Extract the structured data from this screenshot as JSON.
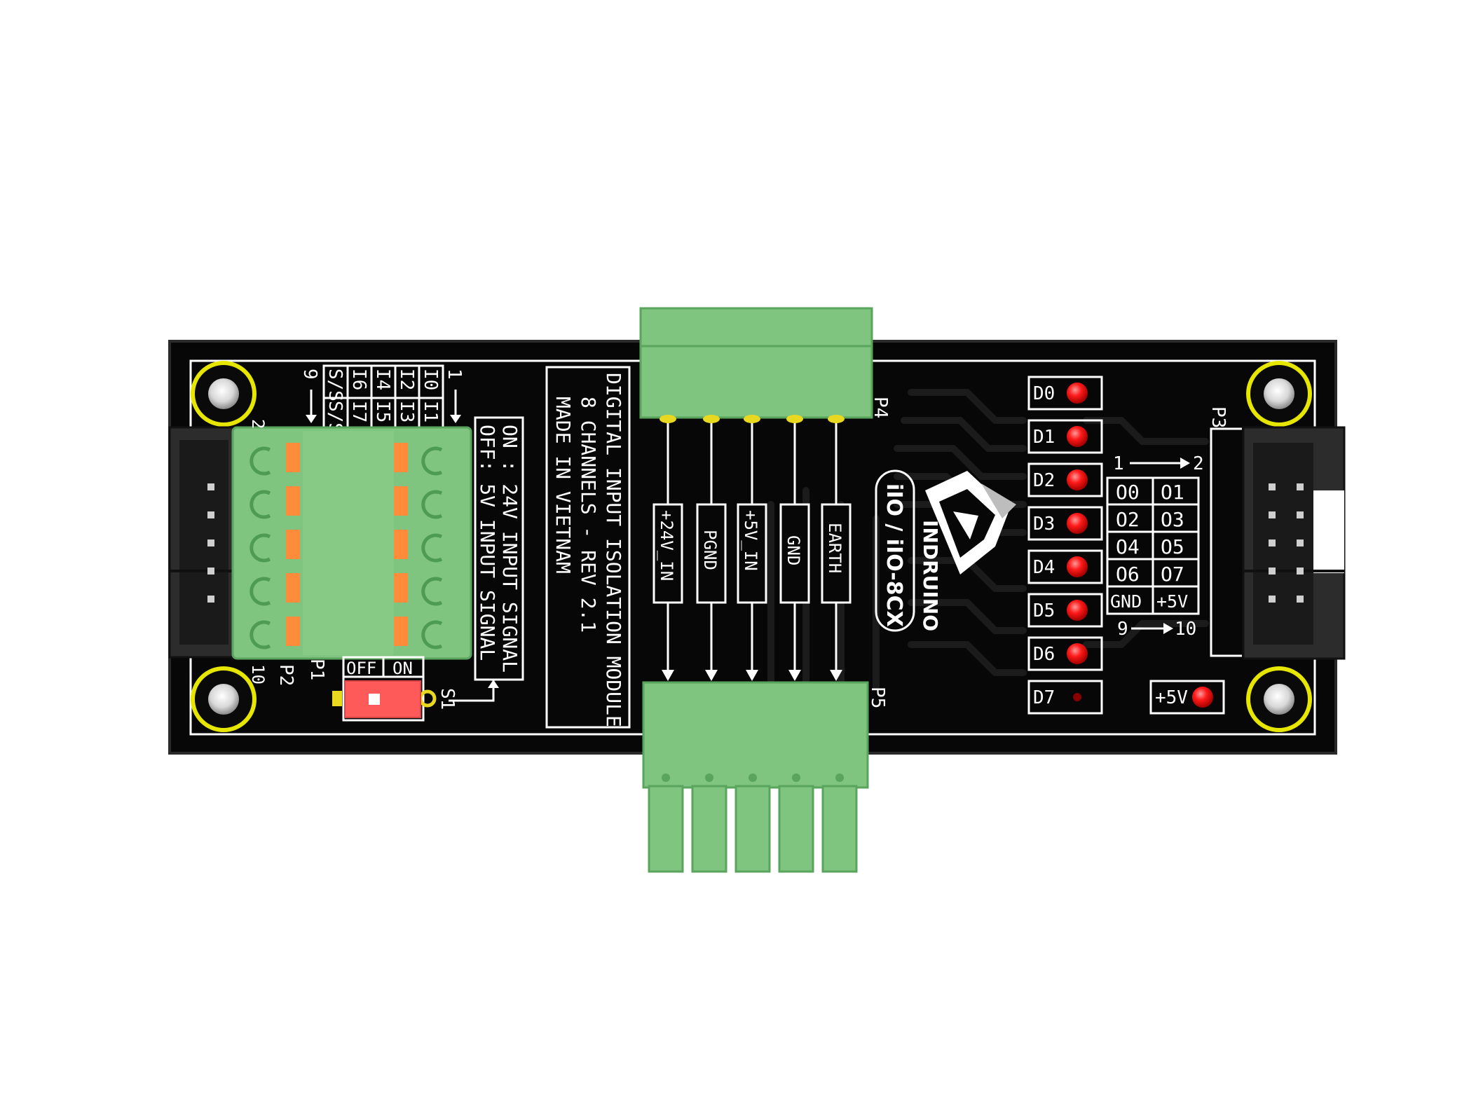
{
  "board": {
    "title_lines": [
      "DIGITAL INPUT ISOLATION MODULE",
      "8 CHANNELS - REV 2.1",
      "MADE IN VIETNAM"
    ],
    "switch_legend": [
      "ON : 24V INPUT SIGNAL",
      "OFF:  5V INPUT SIGNAL"
    ],
    "switch": {
      "ref": "S1",
      "off_label": "OFF",
      "on_label": "ON",
      "state": "OFF"
    },
    "model": "iIO / iIO-8CX",
    "brand": "INDRUINO",
    "input_table": {
      "row1": [
        "S/S",
        "I6",
        "I4",
        "I2",
        "I0"
      ],
      "row2": [
        "S/S",
        "I7",
        "I5",
        "I3",
        "I1"
      ],
      "pin_first": "1",
      "pin_last": "9",
      "pin_second": "2",
      "pin_tenth": "10"
    },
    "refs": {
      "p1": "P1",
      "p2": "P2",
      "p3": "P3",
      "p4": "P4",
      "p5": "P5"
    },
    "power_pins": [
      "+24V_IN",
      "PGND",
      "+5V_IN",
      "GND",
      "EARTH"
    ],
    "leds": [
      "D0",
      "D1",
      "D2",
      "D3",
      "D4",
      "D5",
      "D6",
      "D7"
    ],
    "power_led": "+5V",
    "output_table": {
      "rows": [
        [
          "O0",
          "O1"
        ],
        [
          "O2",
          "O3"
        ],
        [
          "O4",
          "O5"
        ],
        [
          "O6",
          "O7"
        ],
        [
          "GND",
          "+5V"
        ]
      ],
      "top_label_left": "1",
      "top_label_right": "2",
      "bottom_label_left": "9",
      "bottom_label_right": "10"
    }
  },
  "colors": {
    "pcb": "#070707",
    "silkscreen": "#ffffff",
    "connector_green": "#7fc47f",
    "connector_shadow": "#5aa55e",
    "led_red": "#ff1a1a",
    "pad_gold": "#e8d820",
    "switch_red": "#ff5a5a",
    "header_black": "#2c2c2c"
  }
}
